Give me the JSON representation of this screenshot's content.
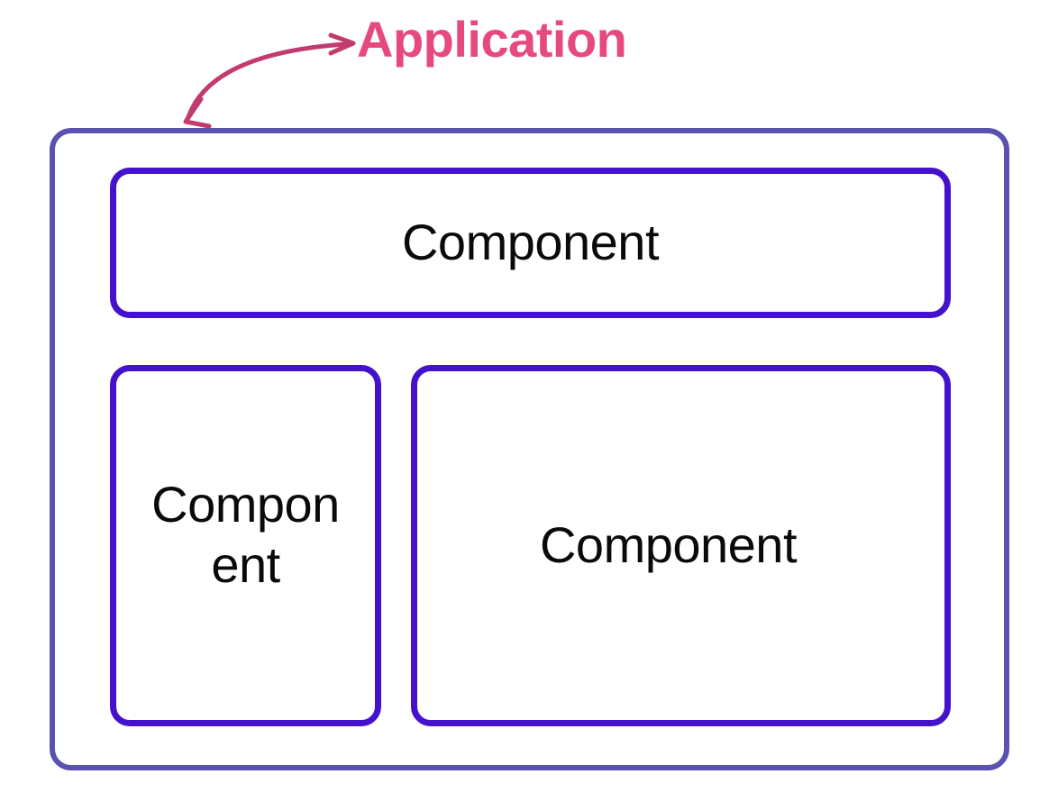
{
  "diagram": {
    "title_label": "Application",
    "annotation_arrow": "double-headed-curved-arrow",
    "colors": {
      "label_pink": "#e5497e",
      "arrow_pink": "#c23a6e",
      "application_border": "#5a51b0",
      "component_border": "#4512cc",
      "text": "#0a0a0a",
      "background": "#ffffff"
    },
    "application": {
      "name": "Application",
      "components": [
        {
          "id": "component-top",
          "label": "Component",
          "label_lines": [
            "Component"
          ]
        },
        {
          "id": "component-left",
          "label": "Component",
          "label_lines": [
            "Compo",
            "nent"
          ]
        },
        {
          "id": "component-right",
          "label": "Component",
          "label_lines": [
            "Component"
          ]
        }
      ]
    }
  }
}
